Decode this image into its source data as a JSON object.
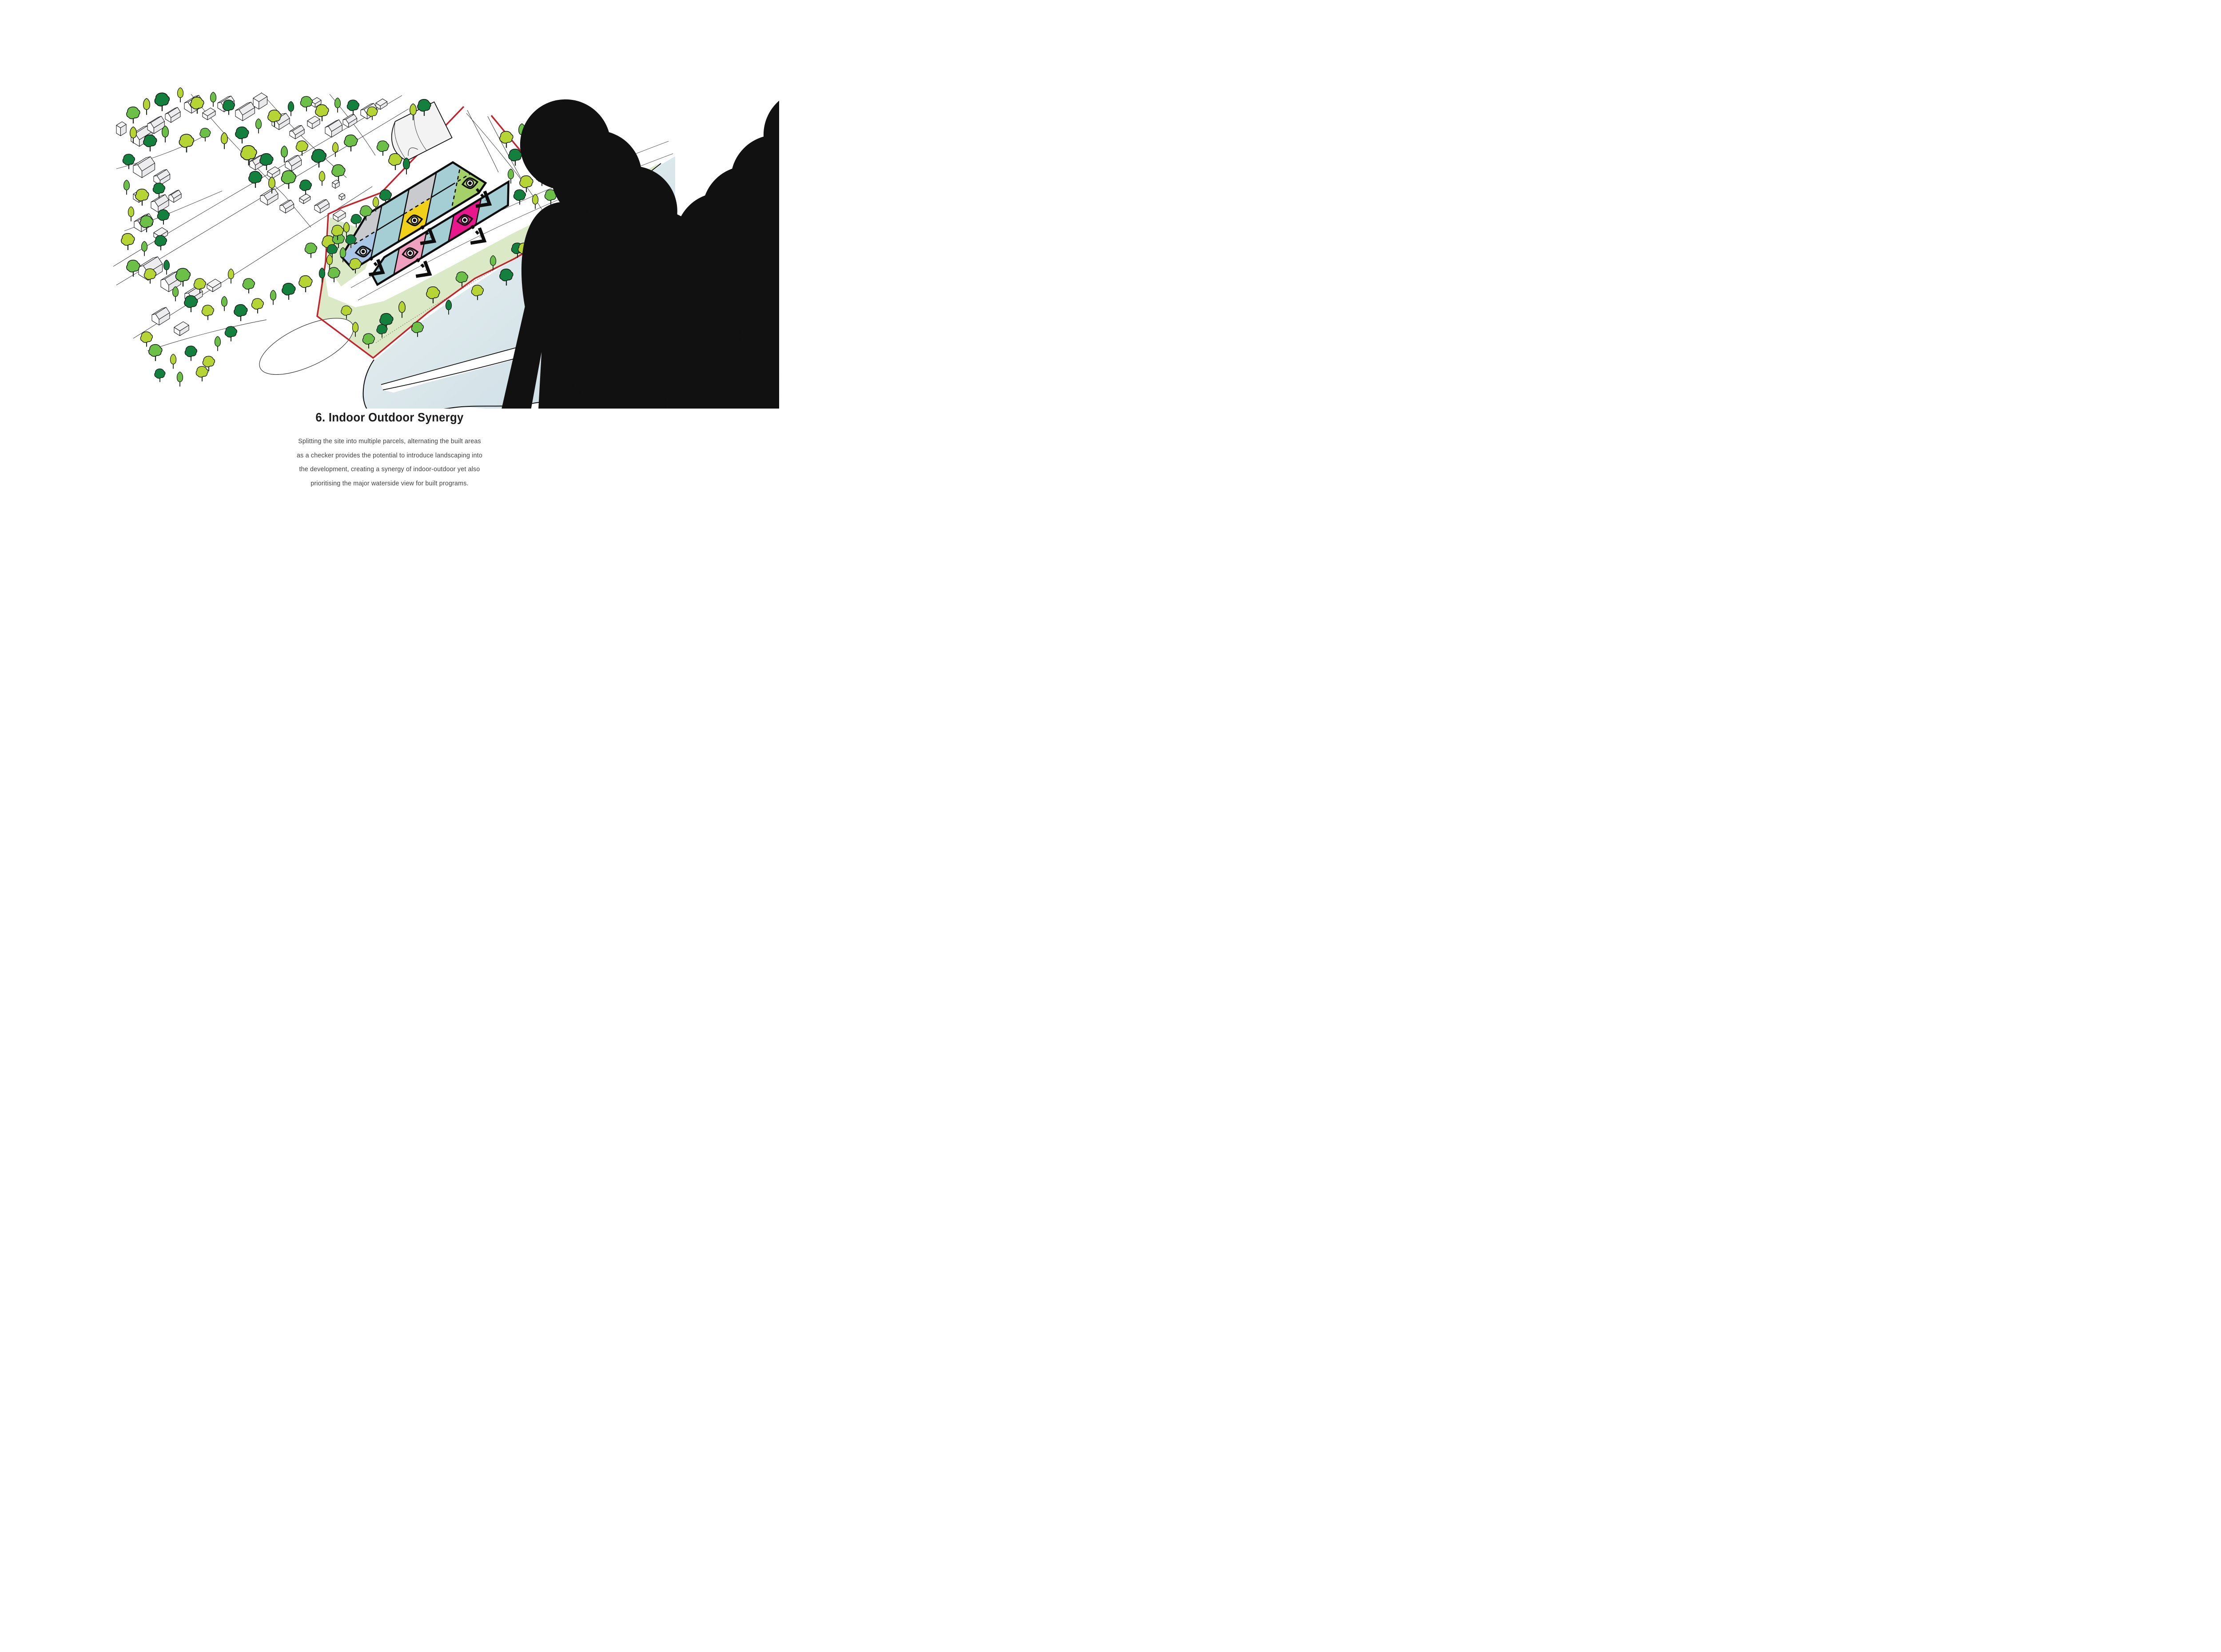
{
  "title": {
    "text": "6. Indoor Outdoor Synergy"
  },
  "description": {
    "lines": [
      "Splitting the site into multiple parcels, alternating the built areas",
      "as a checker provides the potential to introduce landscaping into",
      "the development, creating a synergy of indoor-outdoor yet also",
      "prioritising the major waterside view for built programs."
    ]
  },
  "diagram": {
    "boundary_color": "#c5212b",
    "water": {
      "start": "#eef4f1",
      "end": "#c7dae5"
    },
    "landscape_color": "#dbe9c6",
    "building_fill": "#f3f3f4",
    "parcel_colors": {
      "gray": "#c9cacd",
      "teal": "#a5cdd4",
      "blue": "#a9c6e7",
      "yellow": "#f0d018",
      "green": "#a6d169",
      "pink": "#efa0bf",
      "magenta": "#e8178c"
    },
    "view_parcels": [
      "blue",
      "yellow",
      "green",
      "pink",
      "magenta"
    ],
    "tree_colors": [
      "#14803e",
      "#6cbf47",
      "#b6d434",
      "#93ca44"
    ],
    "icons": {
      "view": "eye-icon",
      "direction": "view-arrow-chevron"
    }
  }
}
